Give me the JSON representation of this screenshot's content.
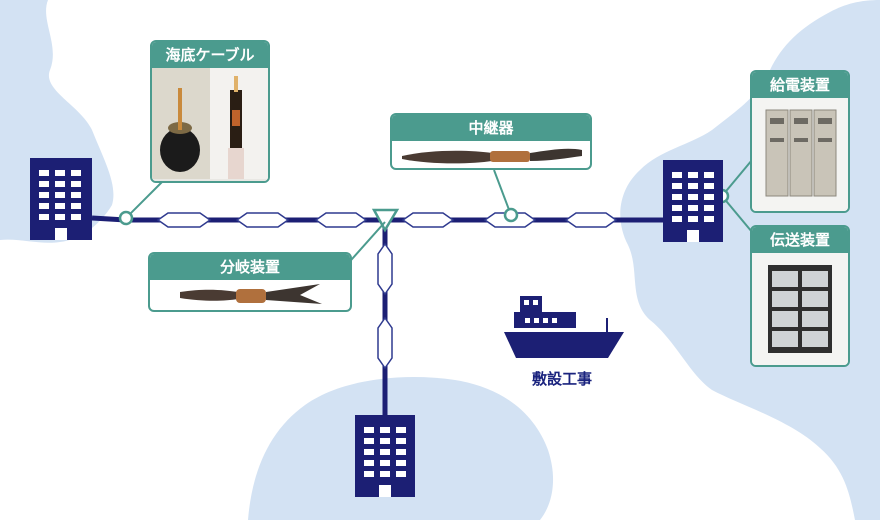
{
  "callouts": {
    "submarine_cable": "海底ケーブル",
    "repeater": "中継器",
    "branching_unit": "分岐装置",
    "power_feeding_equipment": "給電装置",
    "transmission_equipment": "伝送装置"
  },
  "ship": {
    "label": "敷設工事"
  },
  "colors": {
    "land": "#d3e2f3",
    "navy": "#1c1f74",
    "accent": "#4b9b8e",
    "cable_outline": "#2f3a8f"
  }
}
